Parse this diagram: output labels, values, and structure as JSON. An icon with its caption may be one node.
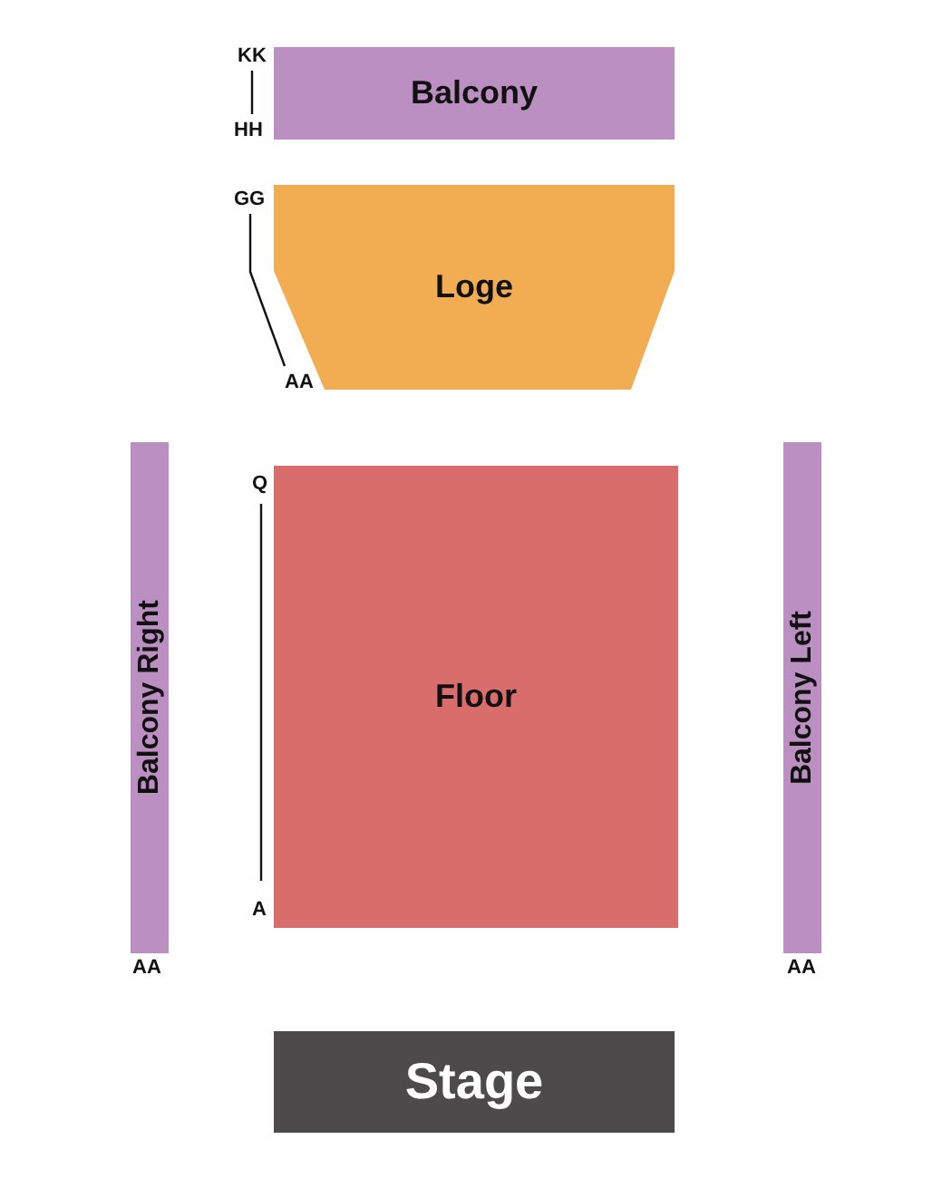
{
  "diagram": {
    "nodes": [
      {
        "text": [
          "Balcony"
        ]
      },
      {
        "text": [
          "Loge"
        ]
      },
      {
        "text": [
          "Balcony Right"
        ]
      },
      {
        "text": [
          "Floor"
        ]
      },
      {
        "text": [
          "Balcony Left"
        ]
      },
      {
        "text": [
          "Stage"
        ]
      }
    ],
    "labels": [
      "KK",
      "HH",
      "GG",
      "AA",
      "Q",
      "A",
      "AA",
      "AA"
    ]
  }
}
